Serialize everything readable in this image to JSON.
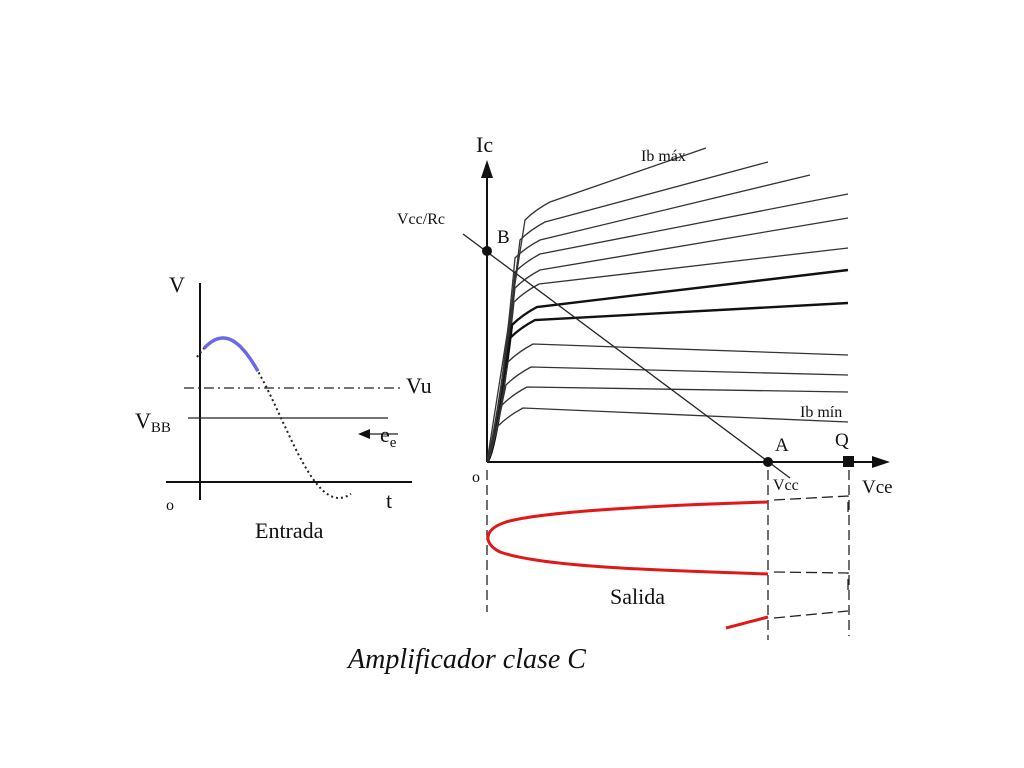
{
  "colors": {
    "input_active": "#6a6ae6",
    "output_pulse": "#e01818",
    "ink": "#111111"
  },
  "input": {
    "axis_v": "V",
    "axis_t": "t",
    "origin": "o",
    "vbb_main": "V",
    "vbb_sub": "BB",
    "vu": "Vu",
    "signal_main": "e",
    "signal_sub": "e",
    "title": "Entrada"
  },
  "output": {
    "axis_ic": "Ic",
    "axis_vce": "Vce",
    "origin": "o",
    "ib_max": "Ib máx",
    "ib_min": "Ib mín",
    "vcc_rc": "Vcc/Rc",
    "point_b": "B",
    "point_a": "A",
    "point_q": "Q",
    "vcc": "Vcc",
    "title": "Salida"
  },
  "caption": "Amplificador clase C"
}
